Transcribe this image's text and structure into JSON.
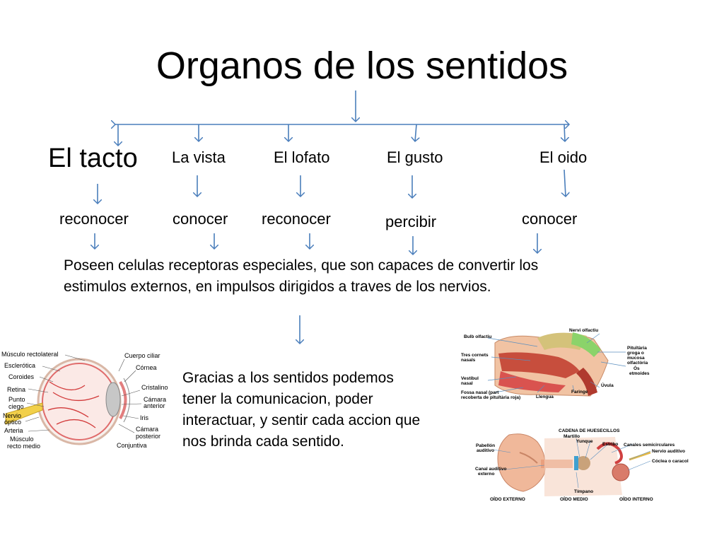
{
  "title": "Organos de los sentidos",
  "senses": [
    {
      "name": "El tacto",
      "verb": "reconocer"
    },
    {
      "name": "La vista",
      "verb": "conocer"
    },
    {
      "name": "El lofato",
      "verb": "reconocer"
    },
    {
      "name": "El gusto",
      "verb": "percibir"
    },
    {
      "name": "El oido",
      "verb": "conocer"
    }
  ],
  "paragraph1": "Poseen celulas receptoras especiales, que son capaces de convertir los estimulos externos, en impulsos dirigidos a traves de los nervios.",
  "paragraph2": "Gracias a los sentidos podemos tener la comunicacion, poder interactuar, y sentir cada accion que nos brinda cada sentido.",
  "eye_labels": [
    "Músculo rectolateral",
    "Esclerótica",
    "Coroides",
    "Retina",
    "Punto",
    "ciego",
    "Nervio",
    "óptico",
    "Arteria",
    "Músculo",
    "recto medio",
    "Cuerpo ciliar",
    "Córnea",
    "Cristalino",
    "Cámara",
    "anterior",
    "Iris",
    "Cámara",
    "posterior",
    "Conjuntiva"
  ],
  "nose_labels": [
    "Bulb olfactiu",
    "Nervi olfactiu",
    "Tres cornets",
    "nasals",
    "Pituïtària",
    "groga o",
    "mucosa",
    "olfactòria",
    "Ós",
    "etmoides",
    "Vestíbul",
    "nasal",
    "Úvula",
    "Fossa nasal (part",
    "recoberta de pituïtària roja)",
    "Llengua",
    "Faringe"
  ],
  "ear_labels": [
    "CADENA DE HUESECILLOS",
    "Martillo",
    "Yunque",
    "Estribo",
    "Canales semicirculares",
    "Nervio auditivo",
    "Pabellón",
    "auditivo",
    "Cóclea o caracol",
    "Canal auditivo",
    "externo",
    "Tímpano",
    "OÍDO EXTERNO",
    "OÍDO MEDIO",
    "OÍDO INTERNO"
  ],
  "colors": {
    "arrow": "#4a7ebb",
    "text": "#000000"
  }
}
